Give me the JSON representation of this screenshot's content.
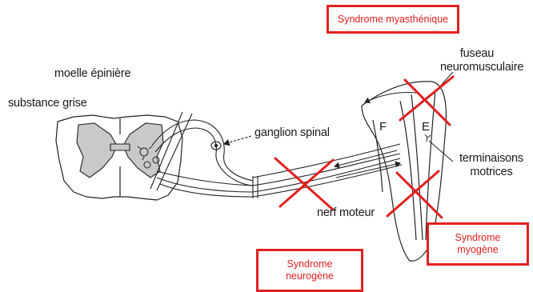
{
  "labels": {
    "spinal_cord": "moelle épinière",
    "grey_matter": "substance grise",
    "spinal_ganglion": "ganglion spinal",
    "neuromuscular_spindle_line1": "fuseau",
    "neuromuscular_spindle_line2": "neuromusculaire",
    "motor_endings_line1": "terminaisons",
    "motor_endings_line2": "motrices",
    "motor_nerve": "nerf moteur",
    "fiber_F": "F",
    "fiber_E": "E"
  },
  "syndromes": {
    "myasthenic": "Syndrome myasthénique",
    "myogenic_line1": "Syndrome",
    "myogenic_line2": "myogène",
    "neurogenic_line1": "Syndrome",
    "neurogenic_line2": "neurogène"
  },
  "colors": {
    "line": "#222222",
    "grey_matter": "#c9c9c9",
    "cross": "#e02020",
    "box_border": "#e02020",
    "box_text": "#e02020"
  }
}
